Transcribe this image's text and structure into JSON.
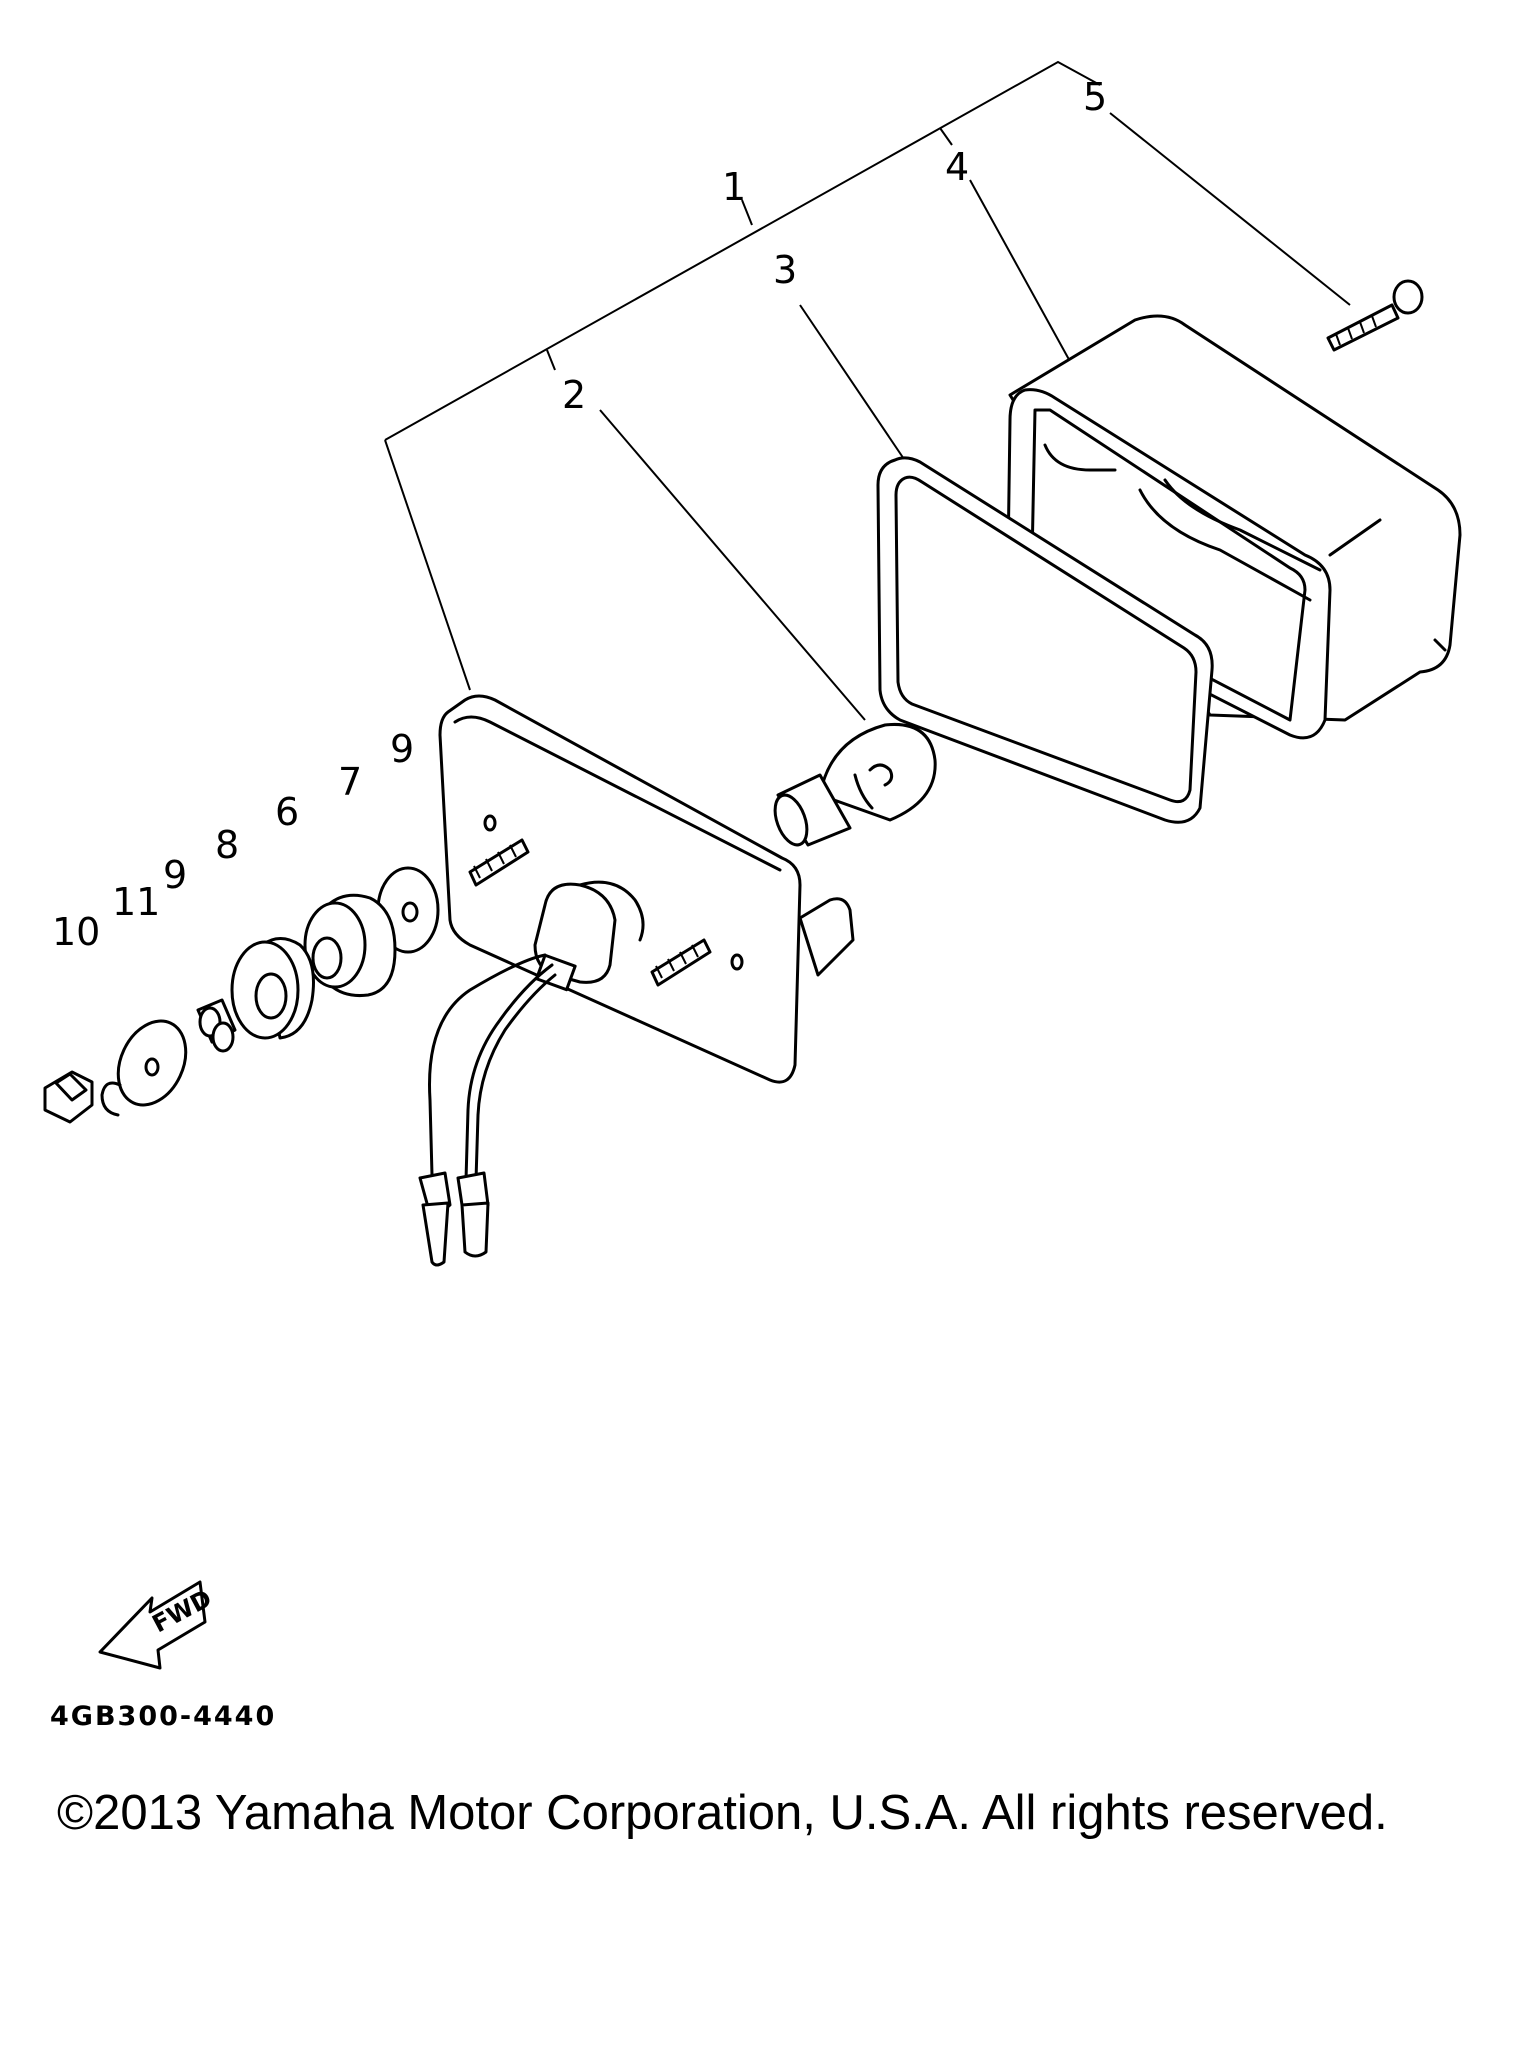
{
  "callouts": {
    "c1": "1",
    "c2": "2",
    "c3": "3",
    "c4": "4",
    "c5": "5",
    "c6": "6",
    "c7": "7",
    "c8": "8",
    "c9a": "9",
    "c9b": "9",
    "c10": "10",
    "c11": "11"
  },
  "fwd_label": "FWD",
  "diagram_code": "4GB300-4440",
  "copyright": "©2013 Yamaha Motor Corporation, U.S.A. All rights reserved."
}
